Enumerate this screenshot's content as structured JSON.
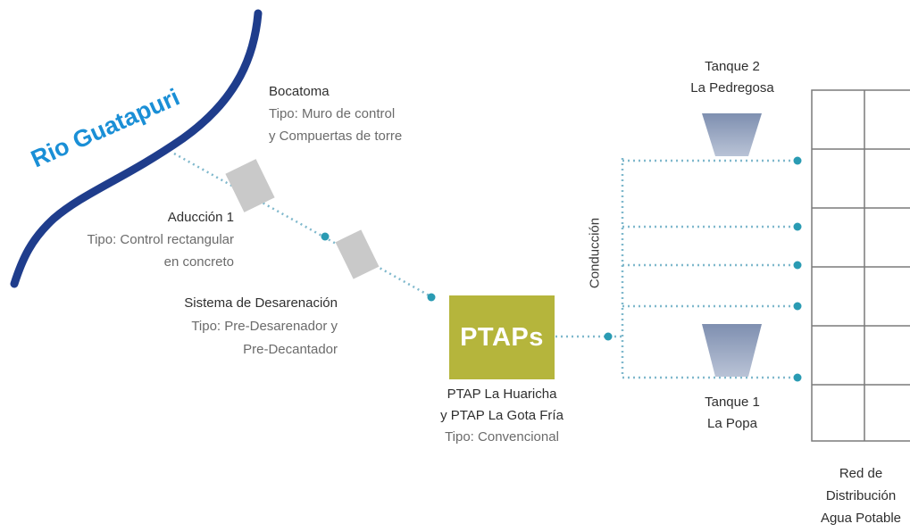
{
  "river": {
    "name": "Rio Guatapuri"
  },
  "bocatoma": {
    "title": "Bocatoma",
    "type_line1": "Tipo: Muro de control",
    "type_line2": "y Compuertas de torre"
  },
  "aduccion": {
    "title": "Aducción 1",
    "type_line1": "Tipo: Control rectangular",
    "type_line2": "en concreto"
  },
  "desarenacion": {
    "title": "Sistema de Desarenación",
    "type_line1": "Tipo: Pre-Desarenador y",
    "type_line2": "Pre-Decantador"
  },
  "ptaps": {
    "box_label": "PTAPs",
    "line1": "PTAP La Huaricha",
    "line2": "y PTAP La Gota Fría",
    "type_line": "Tipo: Convencional"
  },
  "conduccion": {
    "label": "Conducción"
  },
  "tanque2": {
    "line1": "Tanque 2",
    "line2": "La Pedregosa"
  },
  "tanque1": {
    "line1": "Tanque 1",
    "line2": "La Popa"
  },
  "red": {
    "line1": "Red de",
    "line2": "Distribución",
    "line3": "Agua Potable"
  },
  "colors": {
    "river": "#1f3d8c",
    "river_label": "#1a8fd6",
    "ptaps_box": "#b5b53c",
    "node": "#2a9bb3",
    "dotted_line": "#7fb8cc",
    "tank": "#8a98b5",
    "block": "#c9c9c9",
    "grid": "#7a7a7a"
  }
}
